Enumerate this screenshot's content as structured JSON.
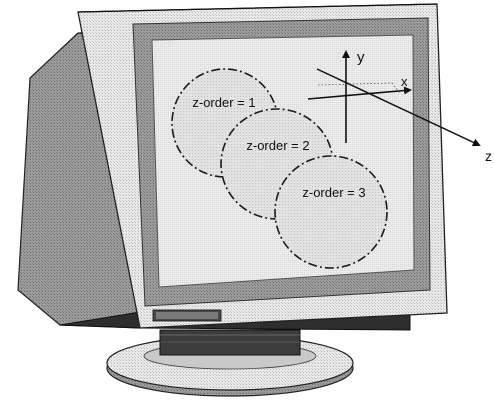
{
  "diagram": {
    "circles": [
      {
        "label": "z-order = 1",
        "order": 1
      },
      {
        "label": "z-order = 2",
        "order": 2
      },
      {
        "label": "z-order = 3",
        "order": 3
      }
    ],
    "axes": {
      "x": "x",
      "y": "y",
      "z": "z"
    }
  },
  "colors": {
    "monitor_body": "#dcdcdc",
    "monitor_shadow": "#8a8a8a",
    "bezel_dark": "#9a9a9a",
    "screen": "#e6e6e6",
    "circle_fill": "#e0e0e0",
    "outline": "#222222"
  }
}
